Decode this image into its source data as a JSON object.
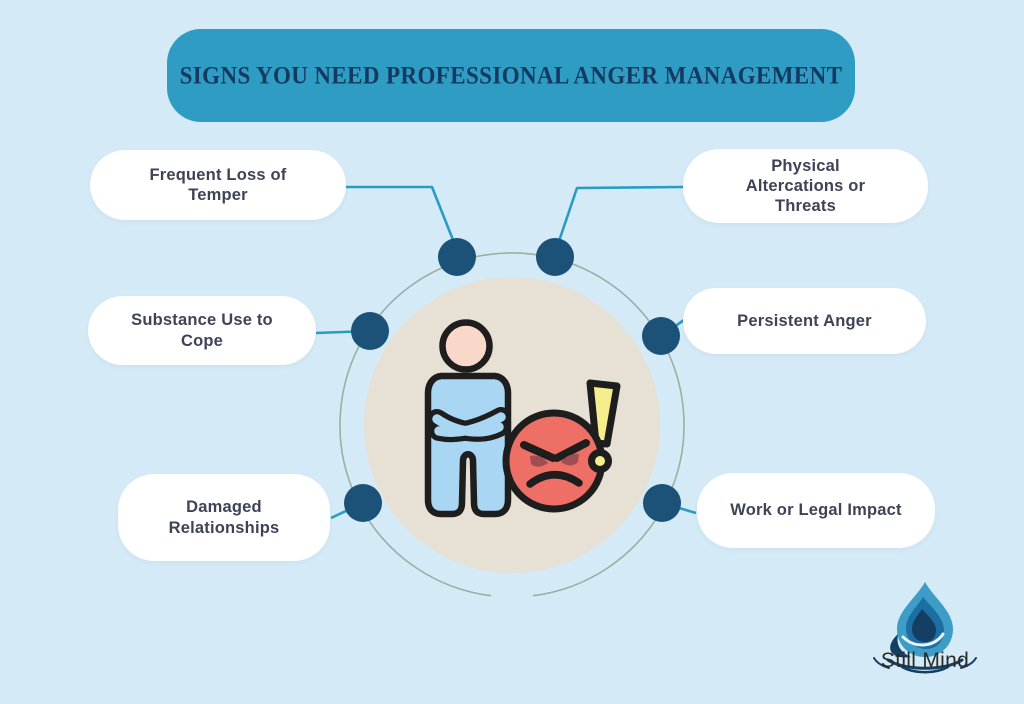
{
  "title": "SIGNS YOU NEED PROFESSIONAL ANGER MANAGEMENT",
  "signs": [
    {
      "id": "frequent-loss-of-temper",
      "label": "Frequent Loss of\nTemper"
    },
    {
      "id": "physical-altercations-or-threats",
      "label": "Physical\nAltercations or\nThreats"
    },
    {
      "id": "substance-use-to-cope",
      "label": "Substance Use to\nCope"
    },
    {
      "id": "persistent-anger",
      "label": "Persistent Anger"
    },
    {
      "id": "damaged-relationships",
      "label": "Damaged\nRelationships"
    },
    {
      "id": "work-or-legal-impact",
      "label": "Work or Legal Impact"
    }
  ],
  "logo": {
    "text": "Still Mind"
  },
  "colors": {
    "bg": "#d4eaf6",
    "banner": "#2f9cc4",
    "banner-text": "#143a60",
    "pill-bg": "#ffffff",
    "pill-text": "#3e4356",
    "dot": "#1c5278",
    "connector": "#2a9cc4",
    "ring": "#9ab0a2",
    "center-circle": "#e6e0d5",
    "outline": "#1e1e1e",
    "person-body": "#a9d6f3",
    "person-skin": "#f9d8ca",
    "emoji-face": "#ee6f66",
    "emoji-eye": "#a04e53",
    "exclaim": "#f4ee8c",
    "drop-outer": "#3e9dc6",
    "drop-inner": "#1d6fa3",
    "drop-dark": "#143f63",
    "logo-text": "#2a2a2a"
  }
}
